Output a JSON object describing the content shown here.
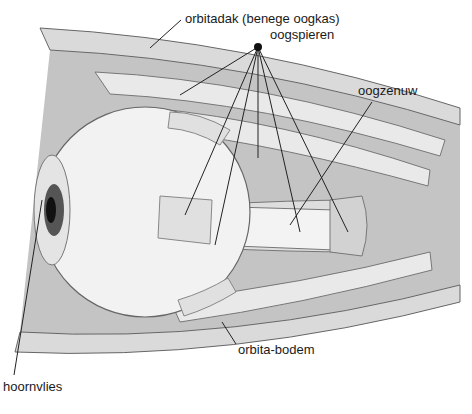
{
  "diagram": {
    "labels": [
      "orbitadak (benege oogkas)",
      "oogspieren",
      "oogzenuw",
      "hoornvlies",
      "orbita-bodem"
    ]
  }
}
